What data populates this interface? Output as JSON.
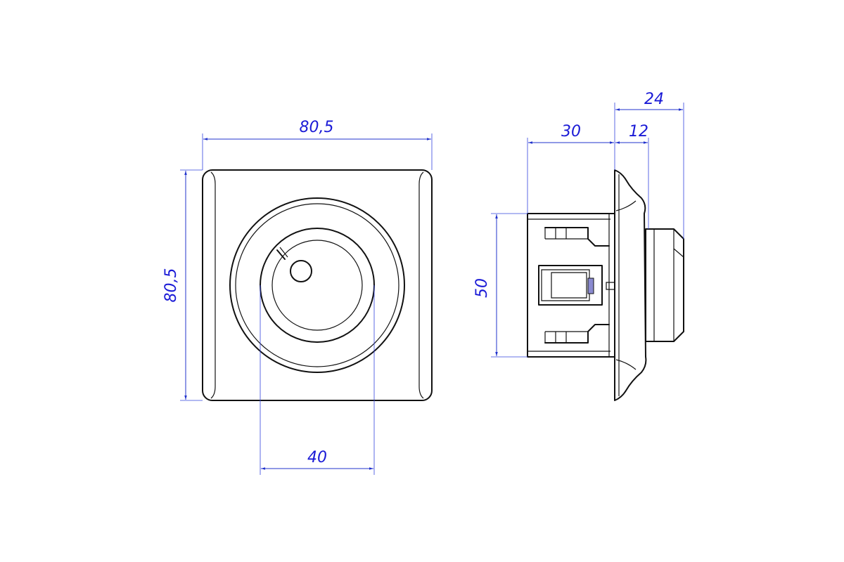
{
  "front_view": {
    "width_label": "80,5",
    "height_label": "80,5",
    "knob_diameter_label": "40"
  },
  "side_view": {
    "total_depth_label": "24",
    "body_depth_label": "30",
    "knob_depth_label": "12",
    "body_height_label": "50"
  },
  "colors": {
    "dimension": "#1a1ad6",
    "outline": "#111111"
  }
}
